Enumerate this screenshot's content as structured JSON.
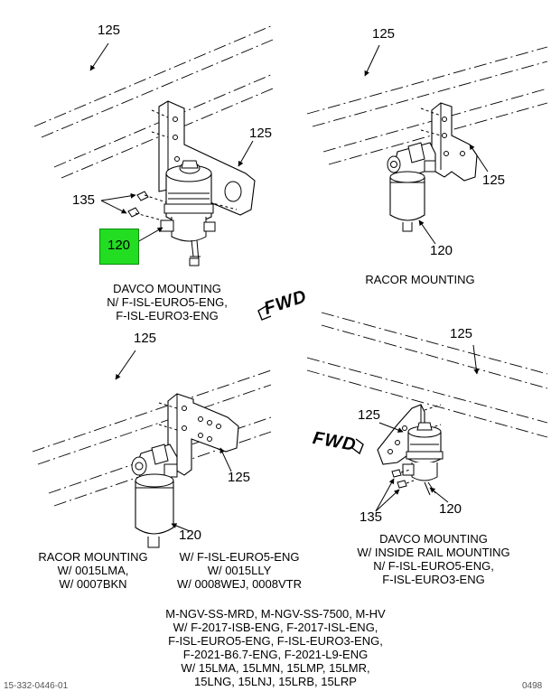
{
  "callouts": {
    "tr_top_left": "125",
    "tr_right_left": "125",
    "s135_left": "135",
    "s120_left": "120",
    "tr_top_right": "125",
    "tr_right_right": "125",
    "s120_right": "120",
    "tr_top_bl": "125",
    "tr_right_bl": "125",
    "s120_bl": "120",
    "tr_top_br": "125",
    "tr_left_br": "125",
    "s135_br": "135",
    "s120_br": "120"
  },
  "highlight": {
    "color": "#22dd22",
    "label": "120"
  },
  "forward": {
    "text": "FWD"
  },
  "captions": {
    "davco_top": [
      "DAVCO MOUNTING",
      "N/ F-ISL-EURO5-ENG,",
      "F-ISL-EURO3-ENG"
    ],
    "racor_top": [
      "RACOR MOUNTING"
    ],
    "racor_bottom": [
      "RACOR MOUNTING",
      "W/ 0015LMA,",
      "W/ 0007BKN"
    ],
    "middle_bottom": [
      "W/ F-ISL-EURO5-ENG",
      "W/ 0015LLY",
      "W/ 0008WEJ, 0008VTR"
    ],
    "davco_bottom": [
      "DAVCO MOUNTING",
      "W/ INSIDE RAIL MOUNTING",
      "N/ F-ISL-EURO5-ENG,",
      "F-ISL-EURO3-ENG"
    ]
  },
  "applicability": [
    "M-NGV-SS-MRD, M-NGV-SS-7500, M-HV",
    "W/ F-2017-ISB-ENG, F-2017-ISL-ENG,",
    "F-ISL-EURO5-ENG, F-ISL-EURO3-ENG,",
    "F-2021-B6.7-ENG, F-2021-L9-ENG",
    "W/ 15LMA, 15LMN, 15LMP, 15LMR,",
    "15LNG, 15LNJ, 15LRB, 15LRP"
  ],
  "footer": {
    "left": "15-332-0446-01",
    "right": "0498"
  }
}
